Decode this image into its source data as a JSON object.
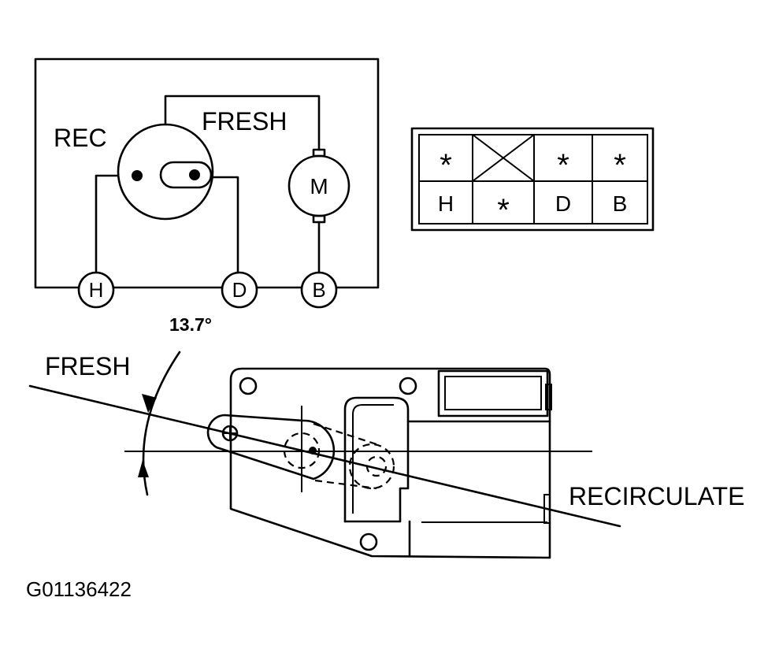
{
  "schematic": {
    "rec_label": "REC",
    "fresh_label": "FRESH",
    "motor_label": "M",
    "terminal_h": "H",
    "terminal_d": "D",
    "terminal_b": "B"
  },
  "connector": {
    "rows": [
      [
        "*",
        null,
        "*",
        "*"
      ],
      [
        "H",
        "*",
        "D",
        "B"
      ]
    ]
  },
  "actuator": {
    "angle_label": "13.7°",
    "fresh_label": "FRESH",
    "recirculate_label": "RECIRCULATE"
  },
  "figure_id": "G01136422"
}
